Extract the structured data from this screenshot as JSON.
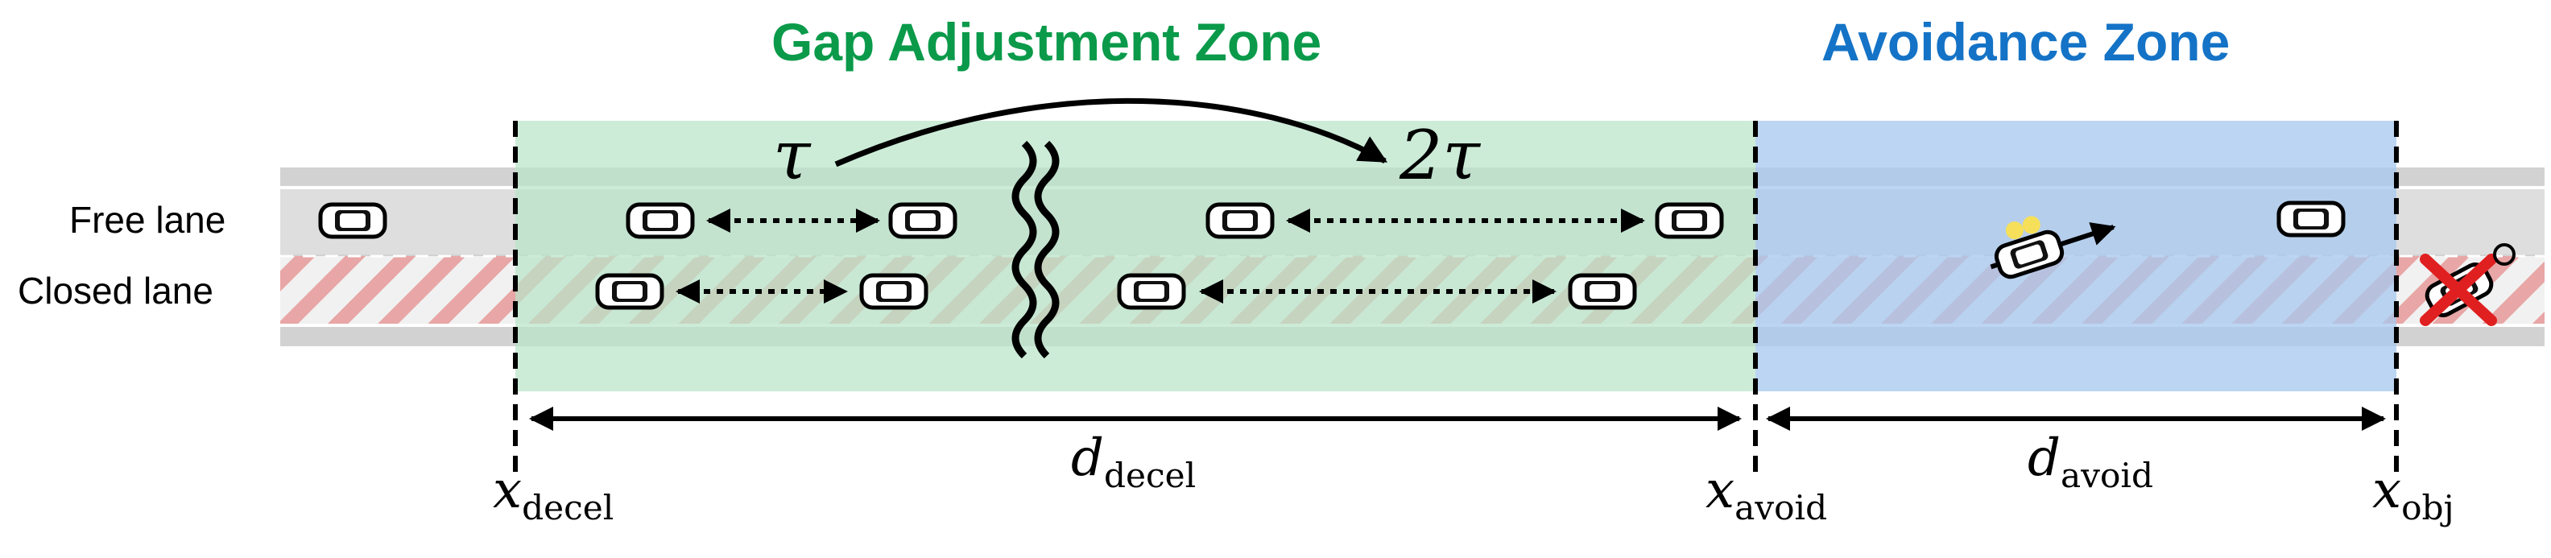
{
  "zones": {
    "gap_title": "Gap Adjustment Zone",
    "avoidance_title": "Avoidance Zone",
    "gap_color": "#0a9a4a",
    "avoidance_color": "#1473c6",
    "gap_fill": "#c9ead6",
    "avoidance_fill": "#b9d3ef"
  },
  "lanes": {
    "free": "Free lane",
    "closed": "Closed lane",
    "road_color": "#d0d0d0",
    "hatch_color": "#e8a6a6"
  },
  "labels": {
    "x_decel": {
      "base": "x",
      "sub": "decel"
    },
    "d_decel": {
      "base": "d",
      "sub": "decel"
    },
    "x_avoid": {
      "base": "x",
      "sub": "avoid"
    },
    "d_avoid": {
      "base": "d",
      "sub": "avoid"
    },
    "x_obj": {
      "base": "x",
      "sub": "obj"
    },
    "tau": "τ",
    "two_tau": "2τ"
  },
  "icons": {
    "vehicle": "car-icon",
    "emergency": "emergency-vehicle-icon",
    "crash": "crashed-car-icon",
    "blocked": "x-mark-icon",
    "break": "break-wave-icon"
  }
}
